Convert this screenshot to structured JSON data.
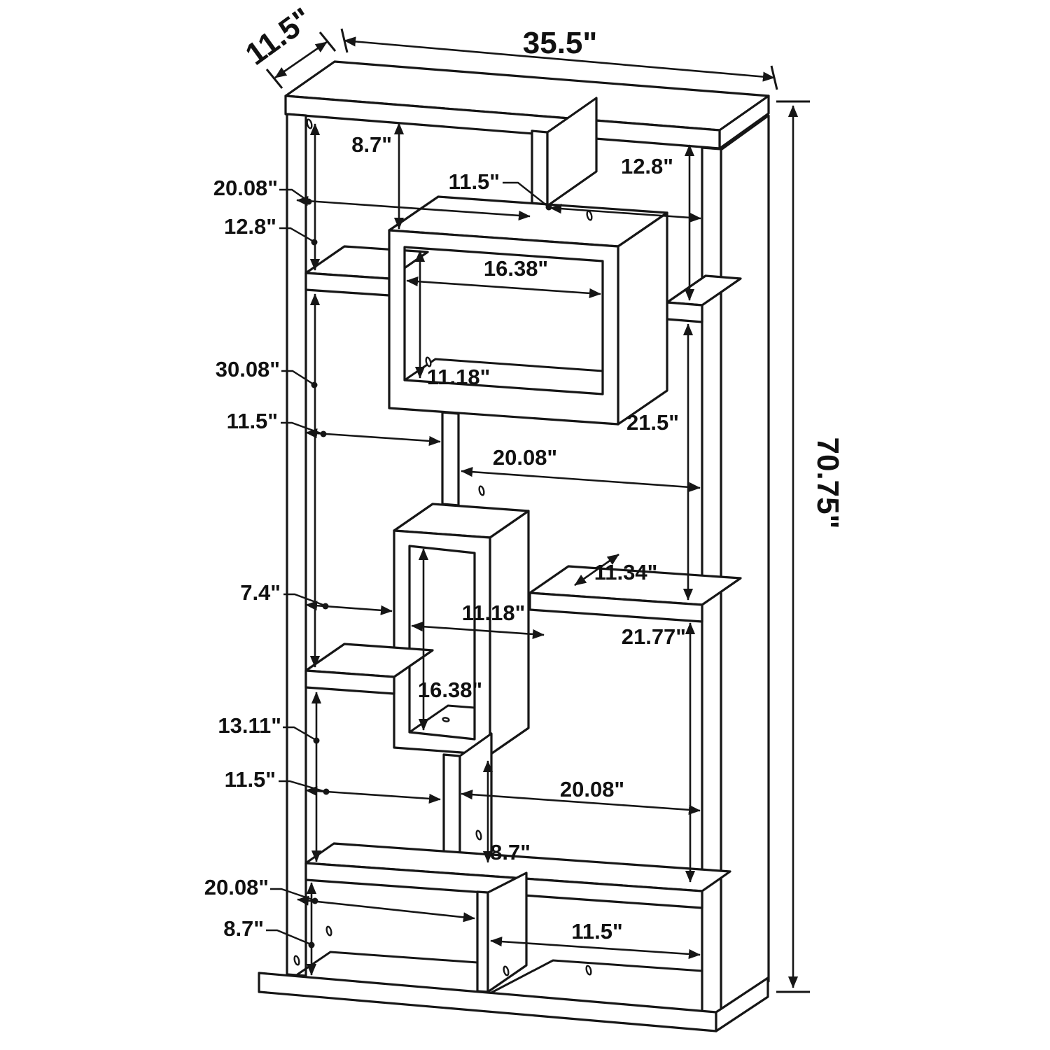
{
  "page": {
    "title": "bookcase-dimension-diagram",
    "background": "#ffffff",
    "line_color": "#161616"
  },
  "overall": {
    "width": "35.5\"",
    "depth": "11.5\"",
    "height": "70.75\""
  },
  "labels": {
    "width_top": "35.5\"",
    "depth_top": "11.5\"",
    "height_right": "70.75\"",
    "top_87": "8.7\"",
    "top_115": "11.5\"",
    "right_128": "12.8\"",
    "left_2008": "20.08\"",
    "left_128": "12.8\"",
    "box1_1638": "16.38\"",
    "box1_1118": "11.18\"",
    "left_3008": "30.08\"",
    "left_115_upper": "11.5\"",
    "right_215": "21.5\"",
    "mid_2008_upper": "20.08\"",
    "mid_1134": "11.34\"",
    "left_74": "7.4\"",
    "box2_1118": "11.18\"",
    "right_2177": "21.77\"",
    "box2_1638": "16.38\"",
    "left_1311": "13.11\"",
    "left_115_lower": "11.5\"",
    "mid_2008_lower": "20.08\"",
    "mid_87": "8.7\"",
    "bottom_left_2008": "20.08\"",
    "bottom_left_87": "8.7\"",
    "bottom_115": "11.5\""
  }
}
